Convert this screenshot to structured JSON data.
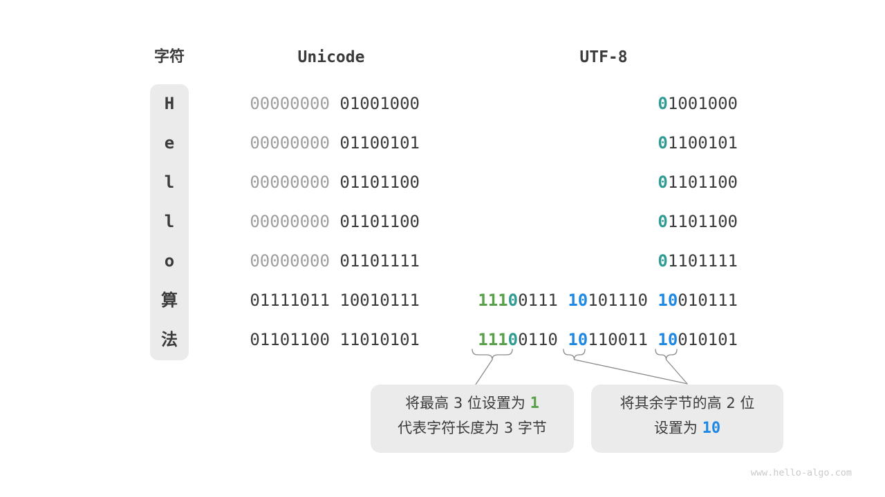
{
  "colors": {
    "dark": "#3b3b3b",
    "gray": "#9e9e9e",
    "green": "#58a04a",
    "teal": "#2f9b92",
    "blue": "#1e88e5",
    "panel": "#ebebeb"
  },
  "headers": {
    "char": "字符",
    "unicode": "Unicode",
    "utf8": "UTF-8"
  },
  "rows": [
    {
      "char": "H",
      "unicode": [
        {
          "t": "00000000",
          "c": "gray"
        },
        {
          "t": "01001000",
          "c": "dark"
        }
      ],
      "utf8": [
        [
          {
            "t": "0",
            "c": "teal"
          },
          {
            "t": "1001000",
            "c": "dark"
          }
        ]
      ]
    },
    {
      "char": "e",
      "unicode": [
        {
          "t": "00000000",
          "c": "gray"
        },
        {
          "t": "01100101",
          "c": "dark"
        }
      ],
      "utf8": [
        [
          {
            "t": "0",
            "c": "teal"
          },
          {
            "t": "1100101",
            "c": "dark"
          }
        ]
      ]
    },
    {
      "char": "l",
      "unicode": [
        {
          "t": "00000000",
          "c": "gray"
        },
        {
          "t": "01101100",
          "c": "dark"
        }
      ],
      "utf8": [
        [
          {
            "t": "0",
            "c": "teal"
          },
          {
            "t": "1101100",
            "c": "dark"
          }
        ]
      ]
    },
    {
      "char": "l",
      "unicode": [
        {
          "t": "00000000",
          "c": "gray"
        },
        {
          "t": "01101100",
          "c": "dark"
        }
      ],
      "utf8": [
        [
          {
            "t": "0",
            "c": "teal"
          },
          {
            "t": "1101100",
            "c": "dark"
          }
        ]
      ]
    },
    {
      "char": "o",
      "unicode": [
        {
          "t": "00000000",
          "c": "gray"
        },
        {
          "t": "01101111",
          "c": "dark"
        }
      ],
      "utf8": [
        [
          {
            "t": "0",
            "c": "teal"
          },
          {
            "t": "1101111",
            "c": "dark"
          }
        ]
      ]
    },
    {
      "char": "算",
      "unicode": [
        {
          "t": "01111011",
          "c": "dark"
        },
        {
          "t": "10010111",
          "c": "dark"
        }
      ],
      "utf8": [
        [
          {
            "t": "111",
            "c": "green"
          },
          {
            "t": "0",
            "c": "teal"
          },
          {
            "t": "0111",
            "c": "dark"
          }
        ],
        [
          {
            "t": "10",
            "c": "blue"
          },
          {
            "t": "101110",
            "c": "dark"
          }
        ],
        [
          {
            "t": "10",
            "c": "blue"
          },
          {
            "t": "010111",
            "c": "dark"
          }
        ]
      ]
    },
    {
      "char": "法",
      "unicode": [
        {
          "t": "01101100",
          "c": "dark"
        },
        {
          "t": "11010101",
          "c": "dark"
        }
      ],
      "utf8": [
        [
          {
            "t": "111",
            "c": "green"
          },
          {
            "t": "0",
            "c": "teal"
          },
          {
            "t": "0110",
            "c": "dark"
          }
        ],
        [
          {
            "t": "10",
            "c": "blue"
          },
          {
            "t": "110011",
            "c": "dark"
          }
        ],
        [
          {
            "t": "10",
            "c": "blue"
          },
          {
            "t": "010101",
            "c": "dark"
          }
        ]
      ]
    }
  ],
  "annotations": {
    "box1": {
      "line1_prefix": "将最高 3 位设置为 ",
      "line1_highlight": "1",
      "line2": "代表字符长度为 3 字节"
    },
    "box2": {
      "line1": "将其余字节的高 2 位",
      "line2_prefix": "设置为 ",
      "line2_highlight": "10"
    }
  },
  "watermark": "www.hello-algo.com"
}
